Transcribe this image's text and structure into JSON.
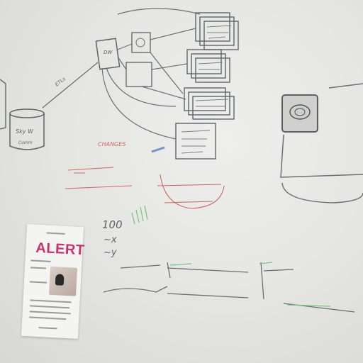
{
  "scene": {
    "subject": "whiteboard-photo",
    "board_color": "#e9e9e6",
    "ink_colors": {
      "dark": "#5a5f66",
      "red": "#c96b6b",
      "green": "#7cbf82",
      "blue": "#7a8fc4"
    }
  },
  "poster": {
    "headline": "ALERT",
    "headline_color": "#c8336b"
  },
  "annotations": {
    "number_100": "100",
    "var_x": "~x",
    "var_y": "~y",
    "label_etl": "ETLs",
    "label_skywell": "Sky W",
    "label_skywell_sub": "Comm",
    "label_dw": "DW",
    "label_changes": "CHANGES"
  }
}
